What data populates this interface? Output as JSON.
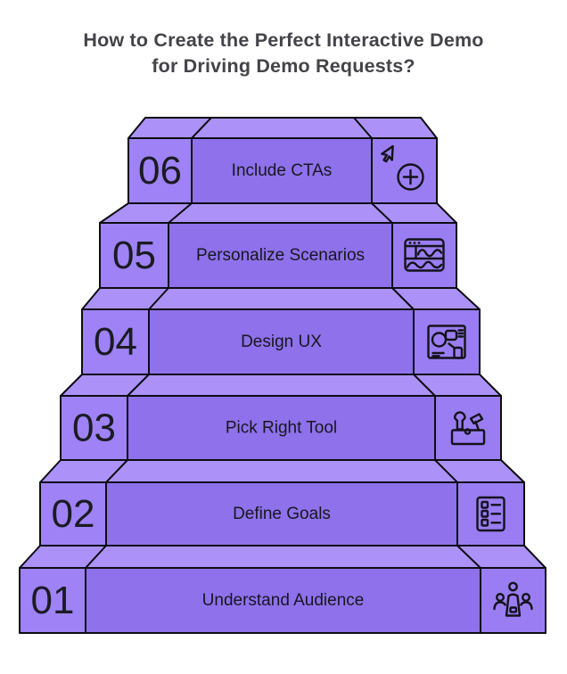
{
  "title": {
    "line1": "How to Create the Perfect Interactive Demo",
    "line2": "for Driving Demo Requests?"
  },
  "steps": [
    {
      "num": "01",
      "label": "Understand Audience",
      "icon": "audience-icon"
    },
    {
      "num": "02",
      "label": "Define Goals",
      "icon": "checklist-icon"
    },
    {
      "num": "03",
      "label": "Pick Right Tool",
      "icon": "toolbox-icon"
    },
    {
      "num": "04",
      "label": "Design UX",
      "icon": "design-board-icon"
    },
    {
      "num": "05",
      "label": "Personalize Scenarios",
      "icon": "browser-waves-icon"
    },
    {
      "num": "06",
      "label": "Include CTAs",
      "icon": "cursor-plus-icon"
    }
  ],
  "colors": {
    "step_front": "#8E71EB",
    "step_number_plate": "#9E82F6",
    "step_icon_plate": "#9A7DF3",
    "step_top": "#AC92F8",
    "outline": "#0D0D12",
    "title_text": "#454349",
    "label_text": "#17171F"
  }
}
